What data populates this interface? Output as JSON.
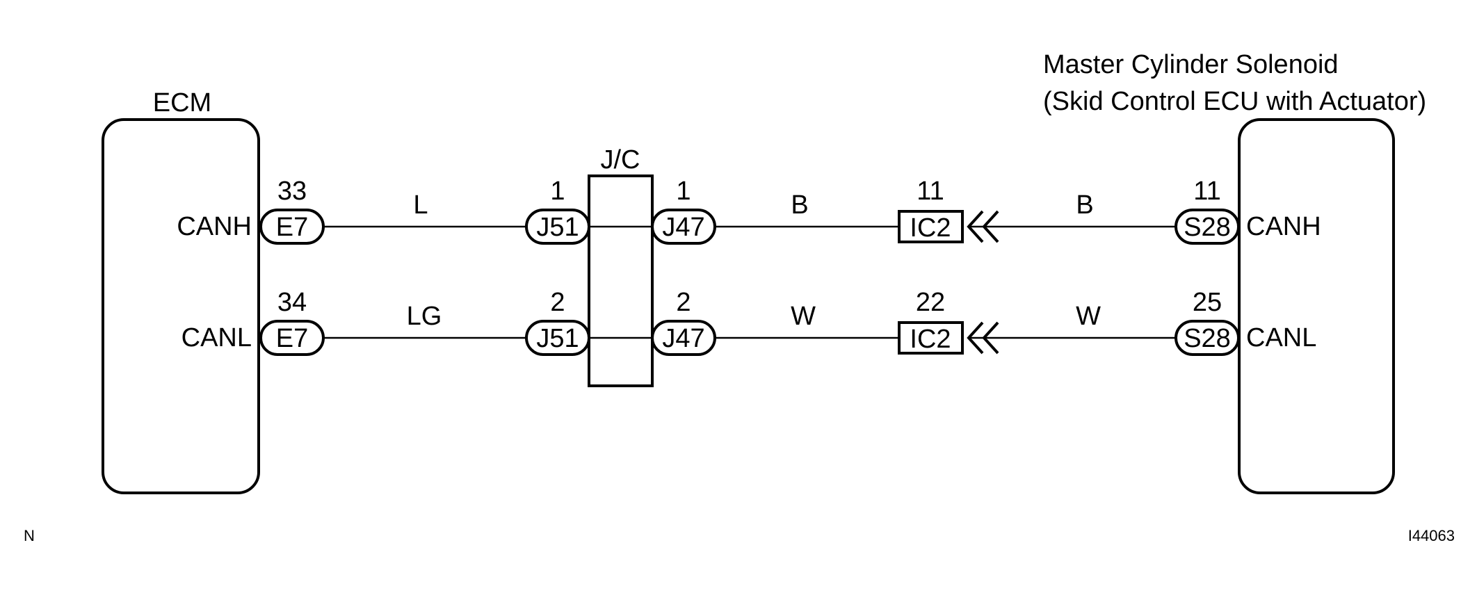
{
  "ecm": {
    "label": "ECM",
    "pins": [
      {
        "number": "33",
        "connector": "E7",
        "signal": "CANH"
      },
      {
        "number": "34",
        "connector": "E7",
        "signal": "CANL"
      }
    ]
  },
  "junction": {
    "label": "J/C",
    "left_connector": "J51",
    "right_connector": "J47",
    "left_pins": [
      "1",
      "2"
    ],
    "right_pins": [
      "1",
      "2"
    ]
  },
  "wires": {
    "ecm_to_jc": [
      "L",
      "LG"
    ],
    "jc_to_ic": [
      "B",
      "W"
    ],
    "ic_to_solenoid": [
      "B",
      "W"
    ]
  },
  "inline_connector": {
    "name": "IC2",
    "pins": [
      "11",
      "22"
    ]
  },
  "solenoid": {
    "title_line1": "Master Cylinder Solenoid",
    "title_line2": "(Skid Control ECU with Actuator)",
    "pins": [
      {
        "number": "11",
        "connector": "S28",
        "signal": "CANH"
      },
      {
        "number": "25",
        "connector": "S28",
        "signal": "CANL"
      }
    ]
  },
  "footer": {
    "left": "N",
    "right": "I44063"
  }
}
